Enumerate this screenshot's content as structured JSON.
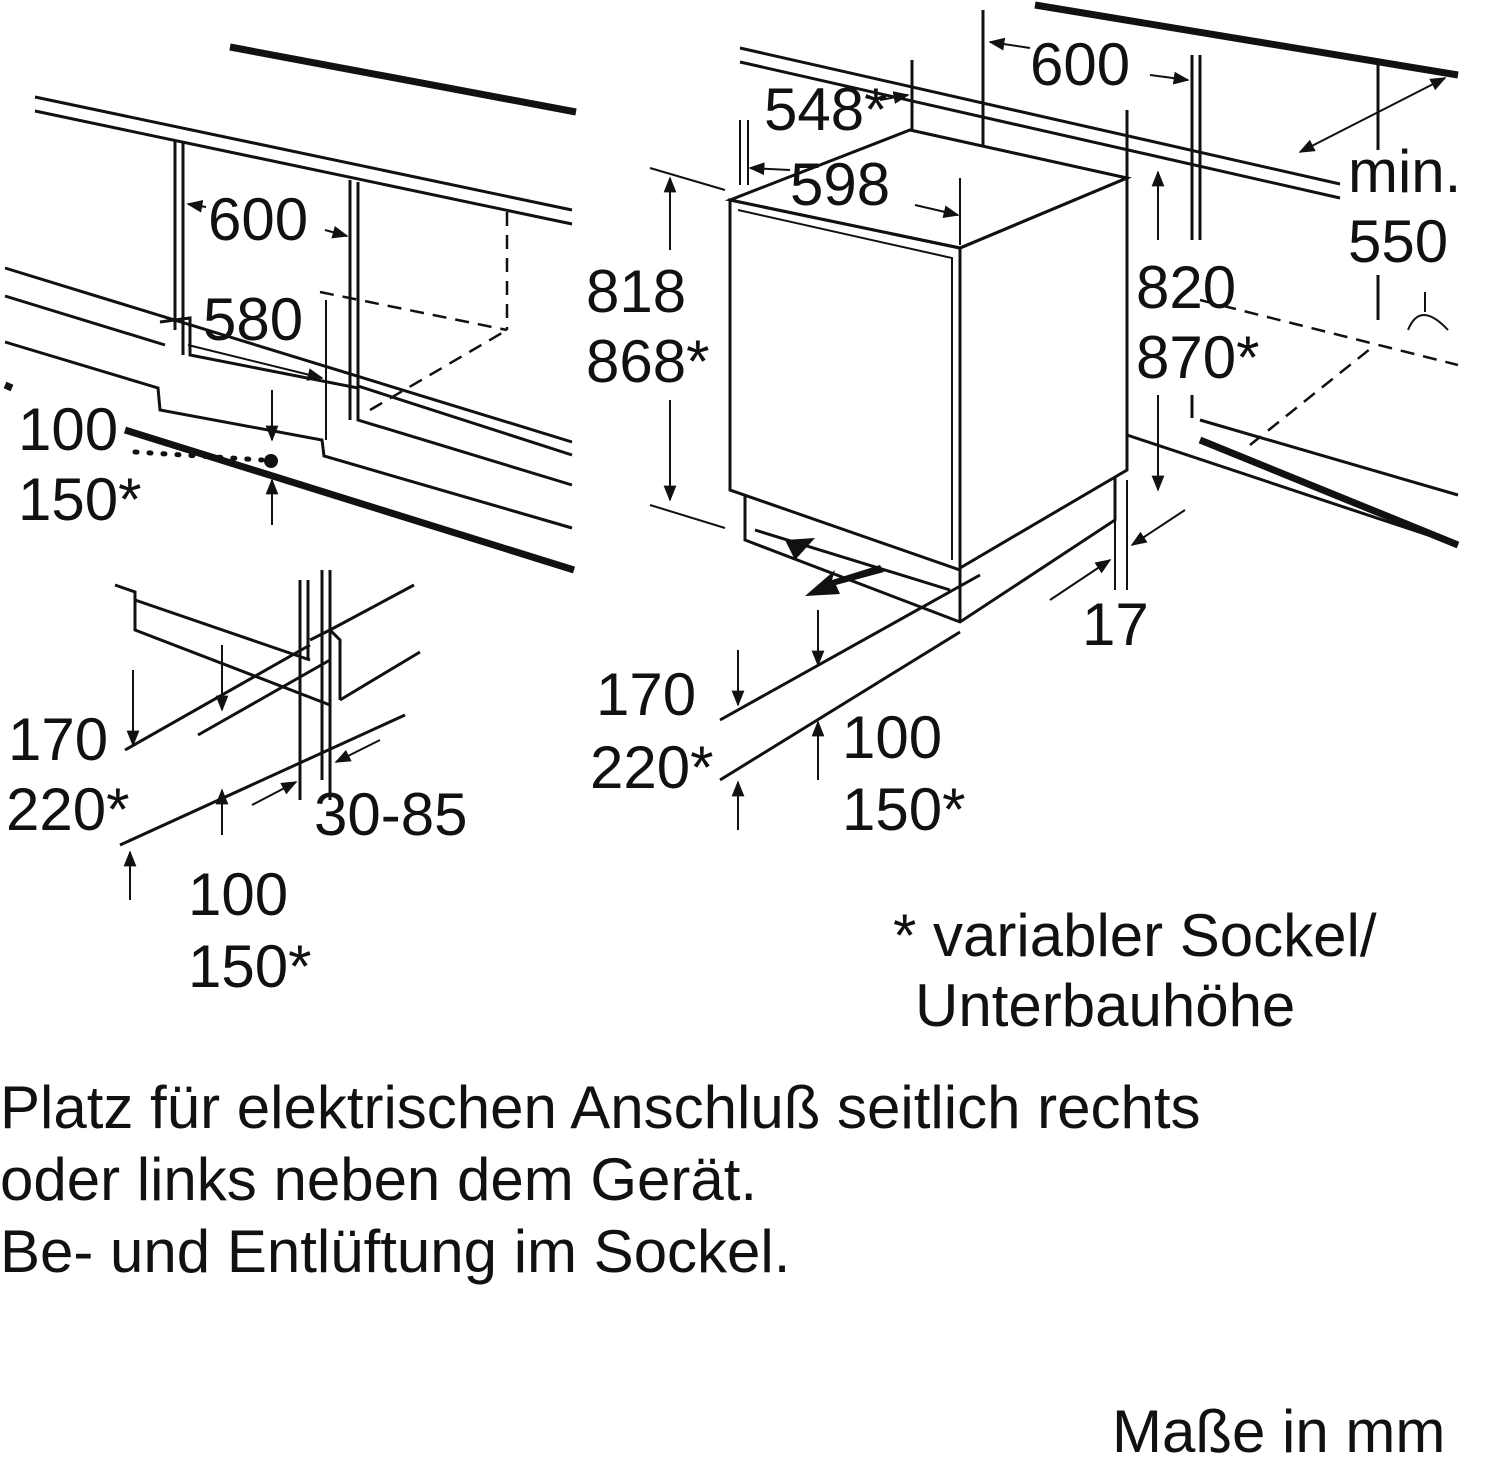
{
  "left_top_dimensions": {
    "niche_width": "600",
    "inner_width": "580",
    "plinth_height": "100",
    "plinth_height_variable": "150*"
  },
  "left_bottom_dimensions": {
    "plinth_depth": "170",
    "plinth_depth_variable": "220*",
    "plinth_offset": "30-85",
    "plinth_height": "100",
    "plinth_height_variable": "150*"
  },
  "appliance_dimensions": {
    "niche_width": "600",
    "depth": "548*",
    "width": "598",
    "height": "818",
    "height_variable": "868*",
    "niche_height": "820",
    "niche_height_variable": "870*",
    "min_label": "min.",
    "min_depth": "550",
    "side_gap": "17",
    "plinth_depth": "170",
    "plinth_depth_variable": "220*",
    "plinth_height": "100",
    "plinth_height_variable": "150*"
  },
  "footnote": {
    "line1": "* variabler Sockel/",
    "line2": "Unterbauhöhe"
  },
  "notes": [
    "Platz für elektrischen Anschluß seitlich rechts",
    "oder links neben dem Gerät.",
    "Be- und Entlüftung im Sockel."
  ],
  "units": "Maße in mm"
}
